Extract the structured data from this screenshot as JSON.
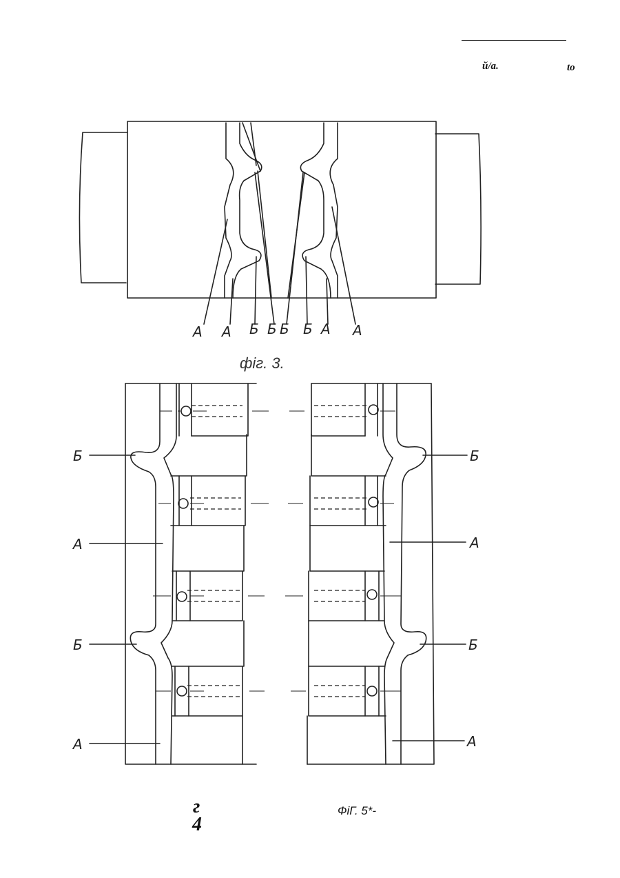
{
  "header": {
    "left_text": "й/а.",
    "right_text": "to"
  },
  "fig3": {
    "caption": "фіг. 3.",
    "labels": [
      "А",
      "А",
      "Б",
      "Б",
      "Б",
      "Б",
      "А",
      "А"
    ]
  },
  "fig4": {
    "labels_left": [
      "Б",
      "А",
      "Б",
      "А"
    ],
    "labels_right": [
      "Б",
      "А",
      "Б",
      "А"
    ]
  },
  "footer": {
    "left_line1": "г",
    "left_line2": "4",
    "right_text": "ФіГ. 5*-"
  }
}
